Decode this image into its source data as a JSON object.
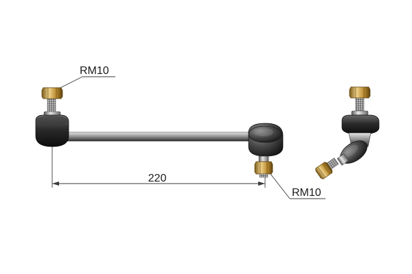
{
  "labels": {
    "thread_top": "RM10",
    "thread_bottom": "RM10",
    "length": "220"
  },
  "colors": {
    "metal_light": "#d8d8d8",
    "metal_mid": "#8e8e8e",
    "metal_dark": "#3e3e3e",
    "rubber_light": "#777777",
    "rubber_dark": "#151515",
    "brass_light": "#e8c77a",
    "brass_mid": "#b8892e",
    "brass_dark": "#6d4e12",
    "line": "#3a3a3a"
  }
}
